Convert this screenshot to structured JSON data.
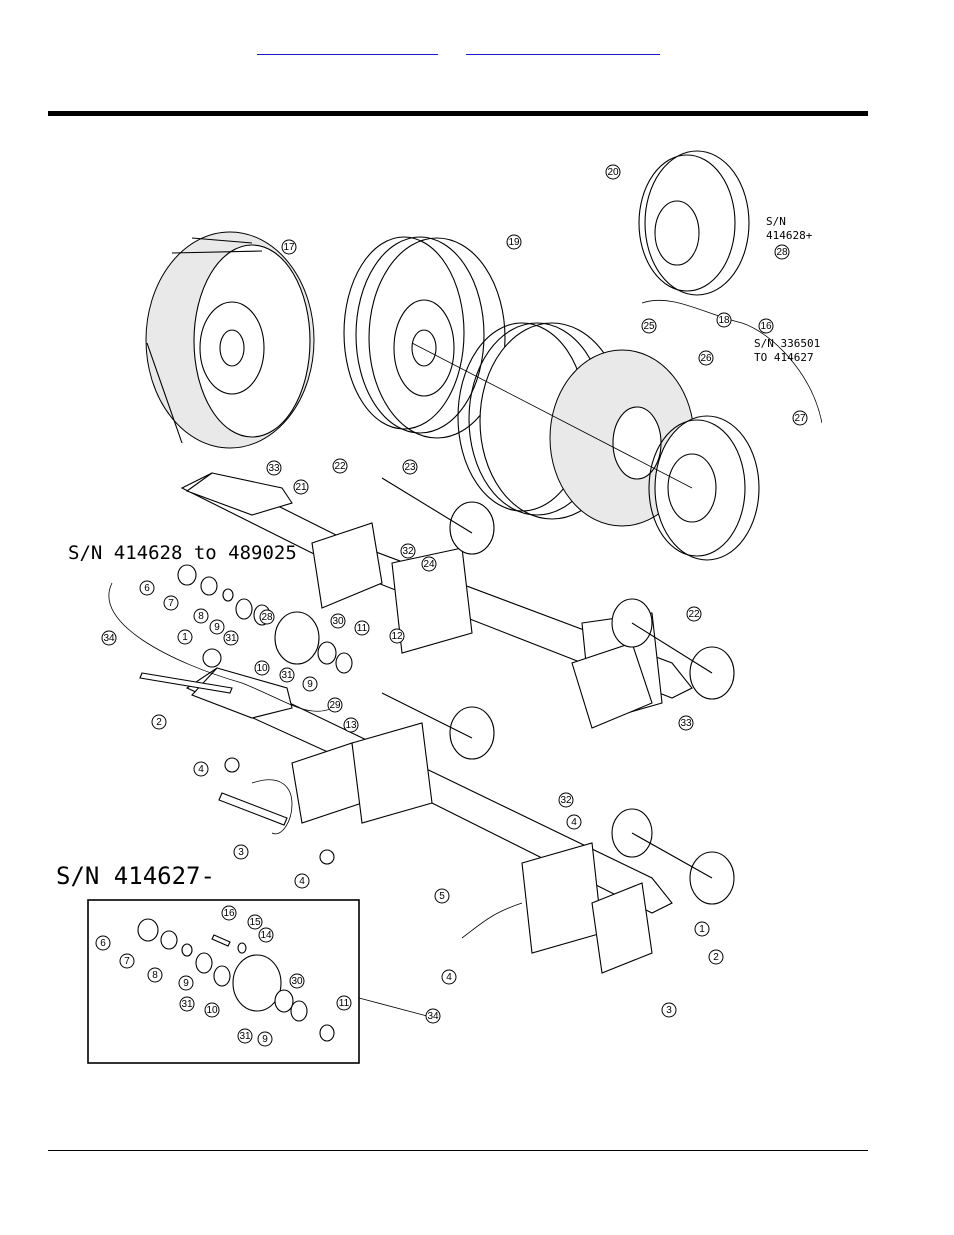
{
  "header": {
    "links": [
      {
        "label": ""
      },
      {
        "label": ""
      }
    ]
  },
  "diagram": {
    "serial_labels": {
      "sn_range": "S/N 414628 to 489025",
      "sn_old": "S/N 414627-",
      "sn_new_l1": "S/N",
      "sn_new_l2": "414628+",
      "sn_mid_l1": "S/N 336501",
      "sn_mid_l2": "TO 414627"
    },
    "callouts": [
      "1",
      "2",
      "3",
      "4",
      "5",
      "6",
      "7",
      "8",
      "9",
      "10",
      "11",
      "12",
      "13",
      "14",
      "15",
      "16",
      "17",
      "18",
      "19",
      "20",
      "21",
      "22",
      "23",
      "24",
      "25",
      "26",
      "27",
      "28",
      "29",
      "30",
      "31",
      "32",
      "33",
      "34"
    ]
  }
}
